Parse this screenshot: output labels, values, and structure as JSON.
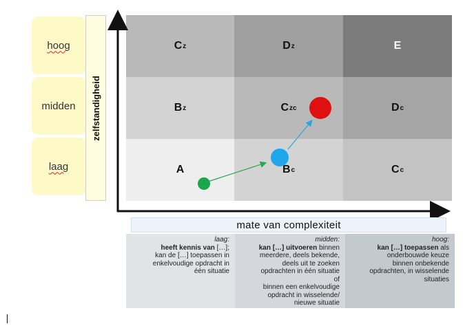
{
  "y_levels": [
    {
      "label": "hoog",
      "spelling_flag": true
    },
    {
      "label": "midden",
      "spelling_flag": false
    },
    {
      "label": "laag",
      "spelling_flag": true
    }
  ],
  "y_axis_title": "zelfstandigheid",
  "x_axis_title": "mate van complexiteit",
  "cells": [
    {
      "row": 0,
      "col": 0,
      "letter": "C",
      "sub": "z",
      "color": "#b9b9b9"
    },
    {
      "row": 0,
      "col": 1,
      "letter": "D",
      "sub": "z",
      "color": "#9f9f9f"
    },
    {
      "row": 0,
      "col": 2,
      "letter": "E",
      "sub": "",
      "color": "#7b7b7b"
    },
    {
      "row": 1,
      "col": 0,
      "letter": "B",
      "sub": "z",
      "color": "#d3d3d3"
    },
    {
      "row": 1,
      "col": 1,
      "letter": "C",
      "sub": "zc",
      "color": "#b9b9b9"
    },
    {
      "row": 1,
      "col": 2,
      "letter": "D",
      "sub": "c",
      "color": "#a5a5a5"
    },
    {
      "row": 2,
      "col": 0,
      "letter": "A",
      "sub": "",
      "color": "#eeeeee"
    },
    {
      "row": 2,
      "col": 1,
      "letter": "B",
      "sub": "c",
      "color": "#d3d3d3"
    },
    {
      "row": 2,
      "col": 2,
      "letter": "C",
      "sub": "c",
      "color": "#c3c3c3"
    }
  ],
  "descriptions": {
    "laag": {
      "title": "laag:",
      "l1_bold": "heeft kennis van",
      "l1_rest": " […];",
      "rest": [
        "kan de […] toepassen in",
        "enkelvoudige opdracht in",
        "één situatie"
      ]
    },
    "midden": {
      "title": "midden:",
      "l1_bold": "kan […] uitvoeren",
      "l1_rest": " binnen",
      "rest": [
        "meerdere, deels bekende,",
        "deels uit te zoeken",
        "opdrachten in één situatie",
        "of",
        "binnen een enkelvoudige",
        "opdracht in wisselende/",
        "nieuwe situatie"
      ]
    },
    "hoog": {
      "title": "hoog:",
      "l1_bold": "kan […] toepassen",
      "l1_rest": " als",
      "rest": [
        "onderbouwde keuze",
        "binnen onbekende",
        "opdrachten, in wisselende",
        "situaties"
      ]
    }
  },
  "colors": {
    "green_dot": "#1aa64a",
    "blue_dot": "#1ea7ea",
    "red_dot": "#e01010",
    "green_arrow": "#27a84b",
    "blue_arrow": "#2aa6de"
  }
}
